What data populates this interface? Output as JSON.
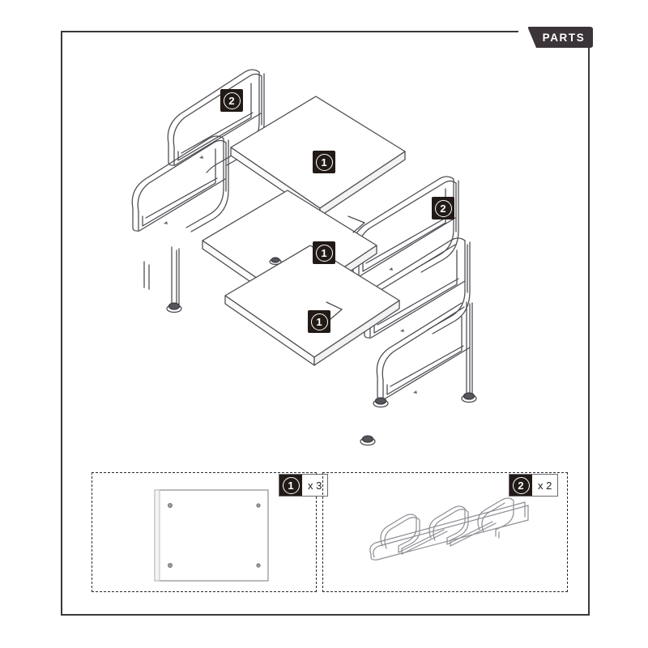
{
  "document": {
    "type": "assembly-instruction-parts-page",
    "header_tab_label": "PARTS"
  },
  "colors": {
    "frame_border": "#3b373c",
    "badge_background": "#221a16",
    "badge_foreground": "#ffffff",
    "line_art": "#4a4a50",
    "tab_background": "#3b3438",
    "legend_dash_border": "#2c2a2e"
  },
  "assembly": {
    "name": "three-tier-shelf-exploded-view",
    "callouts": [
      {
        "id": "callout-panel-top",
        "part": "1",
        "label": "①"
      },
      {
        "id": "callout-panel-middle",
        "part": "1",
        "label": "①"
      },
      {
        "id": "callout-panel-bottom",
        "part": "1",
        "label": "①"
      },
      {
        "id": "callout-frame-left",
        "part": "2",
        "label": "②"
      },
      {
        "id": "callout-frame-right",
        "part": "2",
        "label": "②"
      }
    ]
  },
  "legend": {
    "items": [
      {
        "part": "1",
        "badge_label": "①",
        "quantity_label": "x 3",
        "quantity": 3,
        "artwork": "shelf-panel-rectangle-with-four-corner-holes"
      },
      {
        "part": "2",
        "badge_label": "②",
        "quantity_label": "x 2",
        "quantity": 2,
        "artwork": "serpentine-tubular-side-frame"
      }
    ]
  }
}
